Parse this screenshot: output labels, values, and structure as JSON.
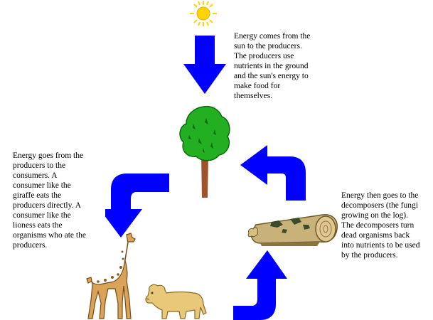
{
  "captions": {
    "sun_to_producers": "Energy comes from the\nsun to the producers.\nThe producers use\nnutrients in the ground\nand the sun's energy to\nmake food for\nthemselves.",
    "producers_to_consumers": "Energy goes from the\nproducers to the\nconsumers.  A\nconsumer like the\ngiraffe eats the\nproducers directly.  A\nconsumer like the\nlioness eats the\norganisms who ate the\nproducers.",
    "to_decomposers": "Energy then goes to the\ndecomposers (the fungi\ngrowing on the log).\nThe decomposers turn\ndead organisms back\ninto nutrients to be used\nby the producers."
  },
  "colors": {
    "arrow": "#0000ff",
    "sun": "#ffd400",
    "tree_foliage": "#22b022",
    "trunk": "#a0522d",
    "giraffe": "#d9a35a",
    "lioness": "#e8c97a",
    "log": "#c9b27a"
  },
  "icons": {
    "sun": "sun-icon",
    "tree": "tree-icon",
    "giraffe": "giraffe-icon",
    "lioness": "lioness-icon",
    "log": "fungi-log-icon"
  }
}
